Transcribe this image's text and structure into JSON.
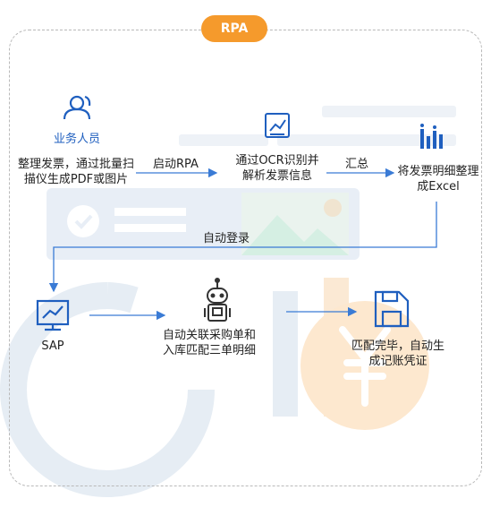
{
  "title": "RPA",
  "nodes": {
    "staff_label": "业务人员",
    "staff_text": "整理发票，通过批量扫描仪生成PDF或图片",
    "ocr_text": "通过OCR识别并解析发票信息",
    "excel_text": "将发票明细整理成Excel",
    "sap_text": "SAP",
    "robot_text": "自动关联采购单和入库匹配三单明细",
    "voucher_text": "匹配完毕，自动生成记账凭证"
  },
  "edges": {
    "start_rpa": "启动RPA",
    "summary": "汇总",
    "auto_login": "自动登录"
  },
  "colors": {
    "accent": "#f59a2c",
    "arrow": "#3a7bd5",
    "icon": "#1f5fbf"
  }
}
